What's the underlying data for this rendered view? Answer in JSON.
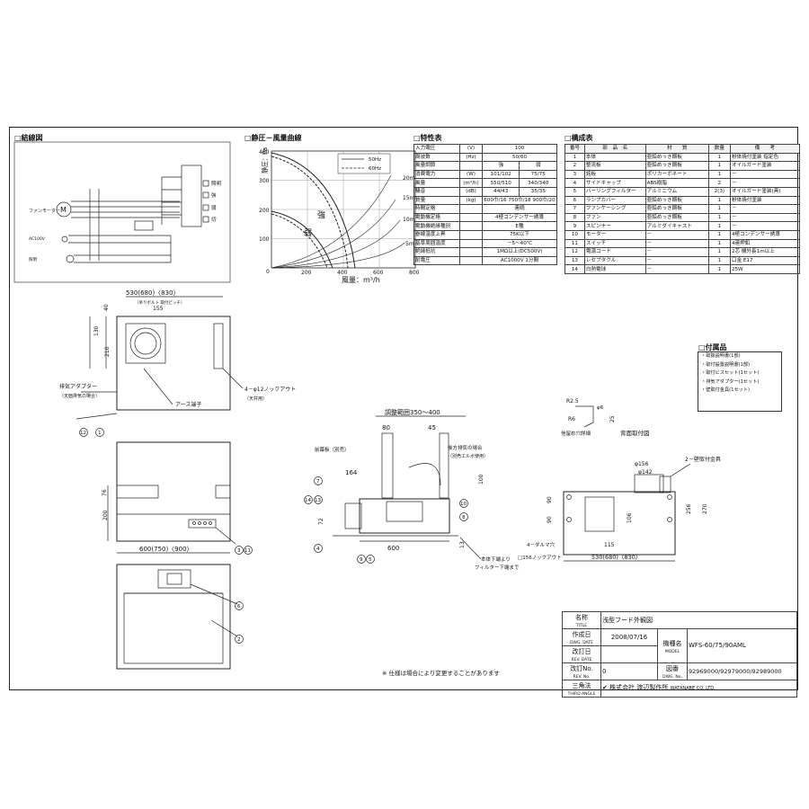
{
  "sections": {
    "wiring": "□結線図",
    "curve": "□静圧－風量曲線",
    "spec": "□特性表",
    "parts": "□構成表",
    "accessories": "□付属品"
  },
  "wiring_labels": {
    "motor": "ファンモーター",
    "motor_symbol": "M",
    "ac": "AC100V",
    "light": "照明",
    "sw_light": "照明",
    "sw_strong": "強",
    "sw_weak": "弱",
    "sw_off": "切"
  },
  "curve": {
    "ylabel": "静圧：Pa",
    "xlabel": "風量：m³/h",
    "yticks": [
      "400",
      "300",
      "200",
      "100",
      "0"
    ],
    "xticks": [
      "200",
      "400",
      "600",
      "800"
    ],
    "legend": [
      "50Hz",
      "60Hz"
    ],
    "labels": [
      "強",
      "弱"
    ],
    "duct_labels": [
      "20m",
      "15m",
      "10m",
      "5m"
    ]
  },
  "spec_table": {
    "rows": [
      [
        "入力電圧",
        "(V)",
        "100",
        ""
      ],
      [
        "周波数",
        "(Hz)",
        "50/60",
        ""
      ],
      [
        "風量調節",
        "",
        "強",
        "弱"
      ],
      [
        "消費電力",
        "(W)",
        "101/102",
        "75/75"
      ],
      [
        "風量",
        "(m³/h)",
        "550/510",
        "340/340"
      ],
      [
        "騒音",
        "(dB)",
        "44/43",
        "35/35"
      ],
      [
        "質量",
        "(kg)",
        "600巾/16 750巾/18 900巾/20",
        ""
      ],
      [
        "時間定格",
        "",
        "連続",
        ""
      ],
      [
        "電動機定格",
        "",
        "4極コンデンサー誘導",
        ""
      ],
      [
        "電動機絶縁種別",
        "",
        "E種",
        ""
      ],
      [
        "巻線温度上昇",
        "",
        "75K以下",
        ""
      ],
      [
        "基準周囲温度",
        "",
        "－5〜40℃",
        ""
      ],
      [
        "絶縁抵抗",
        "",
        "1MΩ以上(DC500V)",
        ""
      ],
      [
        "耐電圧",
        "",
        "AC1000V 1分間",
        ""
      ]
    ]
  },
  "parts_table": {
    "headers": [
      "番号",
      "部　品　名",
      "材　　質",
      "数量",
      "備　　考"
    ],
    "rows": [
      [
        "1",
        "本体",
        "亜鉛めっき鋼板",
        "1",
        "粉体焼付塗装 指定色"
      ],
      [
        "2",
        "整流板",
        "亜鉛めっき鋼板",
        "1",
        "オイルガード塗装"
      ],
      [
        "3",
        "銘板",
        "ポリカーボネート",
        "1",
        "－"
      ],
      [
        "4",
        "サイドキャップ",
        "ABS樹脂",
        "2",
        "－"
      ],
      [
        "5",
        "バーリングフィルター",
        "アルミニウム",
        "2(3)",
        "オイルガード塗装(黒)"
      ],
      [
        "6",
        "ランプカバー",
        "亜鉛めっき鋼板",
        "1",
        "粉体焼付塗装"
      ],
      [
        "7",
        "ファンケーシング",
        "亜鉛めっき鋼板",
        "1",
        "－"
      ],
      [
        "8",
        "ファン",
        "亜鉛めっき鋼板",
        "1",
        "－"
      ],
      [
        "9",
        "スピンナー",
        "アルミダイキャスト",
        "1",
        "－"
      ],
      [
        "10",
        "モーター",
        "－",
        "1",
        "4極コンデンサー誘導"
      ],
      [
        "11",
        "スイッチ",
        "－",
        "1",
        "4連押釦"
      ],
      [
        "12",
        "電源コード",
        "－",
        "1",
        "2芯 機外長1m以上"
      ],
      [
        "13",
        "レセプタクル",
        "－",
        "1",
        "口金 E17"
      ],
      [
        "14",
        "白熱電球",
        "－",
        "1",
        "25W"
      ]
    ]
  },
  "accessories": [
    "・取扱説明書(1部)",
    "・取付設置説明書(1部)",
    "・取付ビスセット(1セット)",
    "・排気アダプター(1セット)",
    "・壁取付金具(1セット)"
  ],
  "drawing_labels": {
    "top_width": "530(680)〈830〉",
    "bolt_pitch": "（吊りボルト 取付ピッチ）",
    "d155": "155",
    "d40": "40",
    "d130": "130",
    "d210": "210",
    "exhaust_adapter": "排気アダプター",
    "exhaust_adapter_note": "（天面排気の場合）",
    "earth": "アース端子",
    "knockout": "4－φ12ノックアウト",
    "knockout_note": "（天井用）",
    "d76": "76",
    "d200": "200",
    "bottom_width": "600(750)〈900〉",
    "adjust_range": "調整範囲350～400",
    "d80": "80",
    "d45": "45",
    "front_panel": "前幕板（別売）",
    "rear_exhaust": "後方排気の場合",
    "elbow": "（別売エルボ使用）",
    "d164": "164",
    "d100": "100",
    "d72": "72",
    "d600": "600",
    "d13": "13",
    "filter_note1": "本体下端より",
    "filter_note2": "フィルター下端まで",
    "wall_title": "背面取付図",
    "wall_bracket": "2－壁取付金具",
    "hole": "信留め穴詳細",
    "r25": "R2.5",
    "r6": "R6",
    "d25": "25",
    "d156": "φ156",
    "d142": "φ142",
    "d90a": "90",
    "d90b": "90",
    "d106": "106",
    "d256": "256",
    "d270": "270",
    "d115": "115",
    "four_hole": "4－ダルマ穴",
    "knock156": "□156ノックアウト",
    "rear_width": "530(680)〈830〉",
    "ph6": "φ6"
  },
  "balloons": {
    "b1": "1",
    "b2": "2",
    "b4": "4",
    "b5": "5",
    "b6": "6",
    "b7": "7",
    "b8": "8",
    "b9": "9",
    "b12": "12",
    "b13": "13",
    "b14": "14",
    "b3": "3",
    "b11": "11",
    "b10": "10"
  },
  "title_block": {
    "name_label": "名称",
    "name_sub": "TITLE",
    "name": "浅型フード外観図",
    "date_label": "作成日",
    "date_sub": "DWG. DATE",
    "date": "2008/07/16",
    "model_label": "機種名",
    "model_sub": "MODEL",
    "model": "WFS-60/75/90AML",
    "rev_date_label": "改訂日",
    "rev_date_sub": "REV. DATE",
    "dwg_label": "図番",
    "dwg_sub": "DWG. No.",
    "dwg_no": "92969000/92979000/92989000",
    "rev_label": "改訂No.",
    "rev_sub": "REV. No.",
    "rev_no": "0",
    "angle_label": "三角法",
    "angle_sub": "THIRD ANGLE",
    "company": "株式会社 渡辺製作所",
    "company_en": "WATANABE CO.,LTD."
  },
  "footnote": "※ 仕様は場合により変更することがあります"
}
